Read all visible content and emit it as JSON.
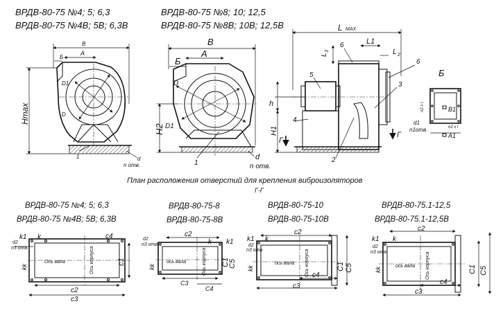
{
  "headers": {
    "group_a_line1": "ВРДВ-80-75 №4; 5; 6,3",
    "group_a_line2": "ВРДВ-80-75 №4В; 5В; 6,3В",
    "group_b_line1": "ВРДВ-80-75 №8; 10; 12,5",
    "group_b_line2": "ВРДВ-80-75 №8В; 10В; 12,5В"
  },
  "view1": {
    "B": "B",
    "A": "A",
    "Bcut": "Б",
    "Hmax": "Hmax",
    "D1": "D1",
    "D": "D",
    "part1": "1",
    "d": "d",
    "holes": "n отв."
  },
  "view2": {
    "B": "B",
    "A": "A",
    "Bcut": "Б",
    "D": "D",
    "D1": "D1",
    "H2": "H2",
    "part1": "1",
    "d": "d",
    "holes": "n отв."
  },
  "view3": {
    "Lmax": "L",
    "Lmax_sub": "MAX",
    "L1": "L1",
    "L2": "L",
    "L2_sub": "2",
    "L3": "L",
    "L3_sub": "3",
    "p6a": "6",
    "p6b": "6",
    "p5": "5",
    "p3": "3",
    "p4": "4",
    "p2": "2",
    "h": "h",
    "H1": "H1",
    "G1": "Г",
    "G2": "Г"
  },
  "view4": {
    "title": "Б",
    "n2x1a": "n2 x l",
    "B1": "B1",
    "n2x1b": "n2 x l",
    "d1": "d1",
    "n1holes": "n1отв.",
    "A1": "A1"
  },
  "plan": {
    "title": "План расположения отверстий для крепления виброизоляторов",
    "section": "Г-Г"
  },
  "plans": [
    {
      "line1": "ВРДВ-80-75 №4; 5; 6,3",
      "line2": "ВРДВ-80-75 №4В; 5В; 6,3В",
      "k1": "k1",
      "k": "k",
      "c4": "c4",
      "d2": "d2",
      "n3": "n3 отв.",
      "kk": "kk",
      "axis_shaft": "Ось вала",
      "axis_body": "Ось корпуса",
      "c1": "c1",
      "c2": "c2",
      "c3": "c3"
    },
    {
      "line1": "ВРДВ-80-75-8",
      "line2": "ВРДВ-80-75-8В",
      "d2": "d2",
      "n3": "n3 отв.",
      "c2": "c2",
      "k": "k",
      "k1": "k1",
      "kk": "kk",
      "axis_shaft": "ось вала",
      "axis_body": "Ось корпуса",
      "c1": "C1",
      "c5": "C5",
      "c4": "C4",
      "c3": "C3"
    },
    {
      "line1": "ВРДВ-80-75-10",
      "line2": "ВРДВ-80-75-10В",
      "k1": "k1",
      "d2": "d2",
      "n3": "n3 отв.",
      "k": "k",
      "c2": "c2",
      "kk": "kk",
      "axis_shaft": "ось вала",
      "axis_body": "Ось корпуса",
      "c1": "C1",
      "c5": "C5",
      "c4": "c4",
      "c3": "c3"
    },
    {
      "line1": "ВРДВ-80-75.1-12,5",
      "line2": "ВРДВ-80-75.1-12,5В",
      "k1": "k1",
      "d2": "d2",
      "n3": "n3 отв.",
      "k": "k",
      "c2": "c2",
      "kk": "kk",
      "axis_shaft": "ось вала",
      "axis_body": "Ось корпуса",
      "c1": "C1",
      "c5": "C5",
      "c4": "c4",
      "c3": "c3"
    }
  ]
}
